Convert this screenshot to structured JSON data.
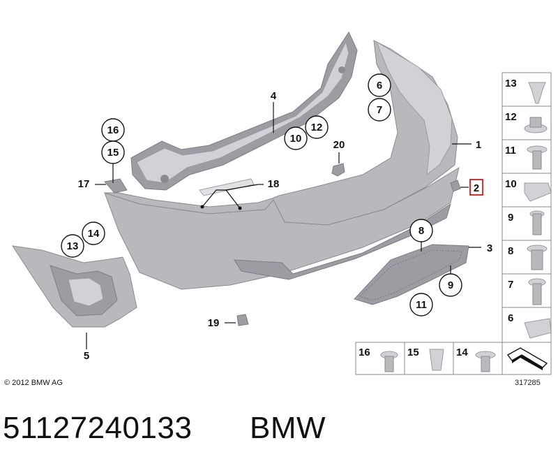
{
  "copyright": "© 2012 BMW AG",
  "diagram_number": "317285",
  "part_number": "51127240133",
  "brand": "BMW",
  "highlight_color": "#cc0000",
  "callouts": {
    "c1": "1",
    "c2": "2",
    "c3": "3",
    "c4": "4",
    "c5": "5",
    "c6": "6",
    "c7": "7",
    "c8": "8",
    "c9": "9",
    "c10": "10",
    "c11": "11",
    "c12": "12",
    "c13": "13",
    "c14": "14",
    "c15": "15",
    "c16": "16",
    "c17": "17",
    "c18": "18",
    "c19": "19",
    "c20": "20"
  },
  "side_panel": [
    "13",
    "12",
    "11",
    "10",
    "9",
    "8",
    "7",
    "6"
  ],
  "bottom_panel": [
    "16",
    "15",
    "14"
  ]
}
